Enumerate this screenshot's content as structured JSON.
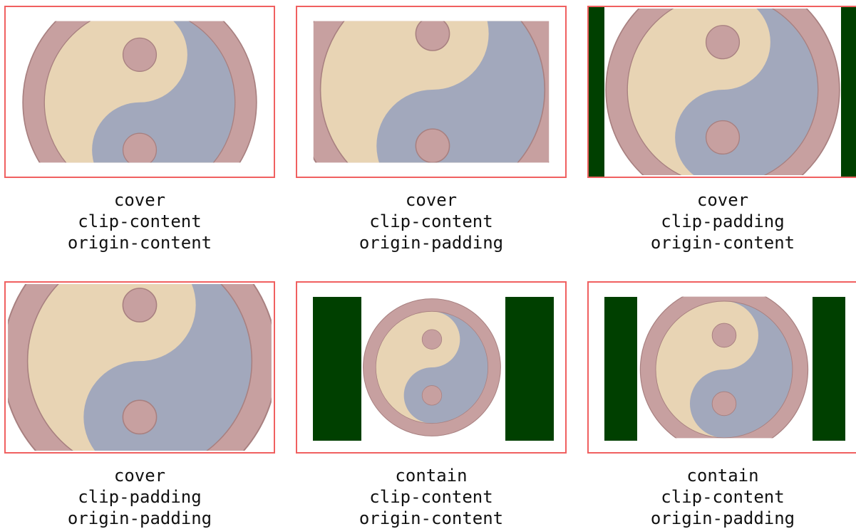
{
  "colors": {
    "frame_border": "#f06060",
    "ring": "#c7a0a0",
    "ring_stroke": "#a88080",
    "light_half": "#e8d4b4",
    "dark_half": "#a2a8bc",
    "dots": "#c7a0a0",
    "bars": "#004000"
  },
  "icon": "yin-yang-image",
  "panels": [
    {
      "lines": [
        "cover",
        "clip-content",
        "origin-content"
      ]
    },
    {
      "lines": [
        "cover",
        "clip-content",
        "origin-padding"
      ]
    },
    {
      "lines": [
        "cover",
        "clip-padding",
        "origin-content"
      ]
    },
    {
      "lines": [
        "cover",
        "clip-padding",
        "origin-padding"
      ]
    },
    {
      "lines": [
        "contain",
        "clip-content",
        "origin-content"
      ]
    },
    {
      "lines": [
        "contain",
        "clip-content",
        "origin-padding"
      ]
    }
  ]
}
